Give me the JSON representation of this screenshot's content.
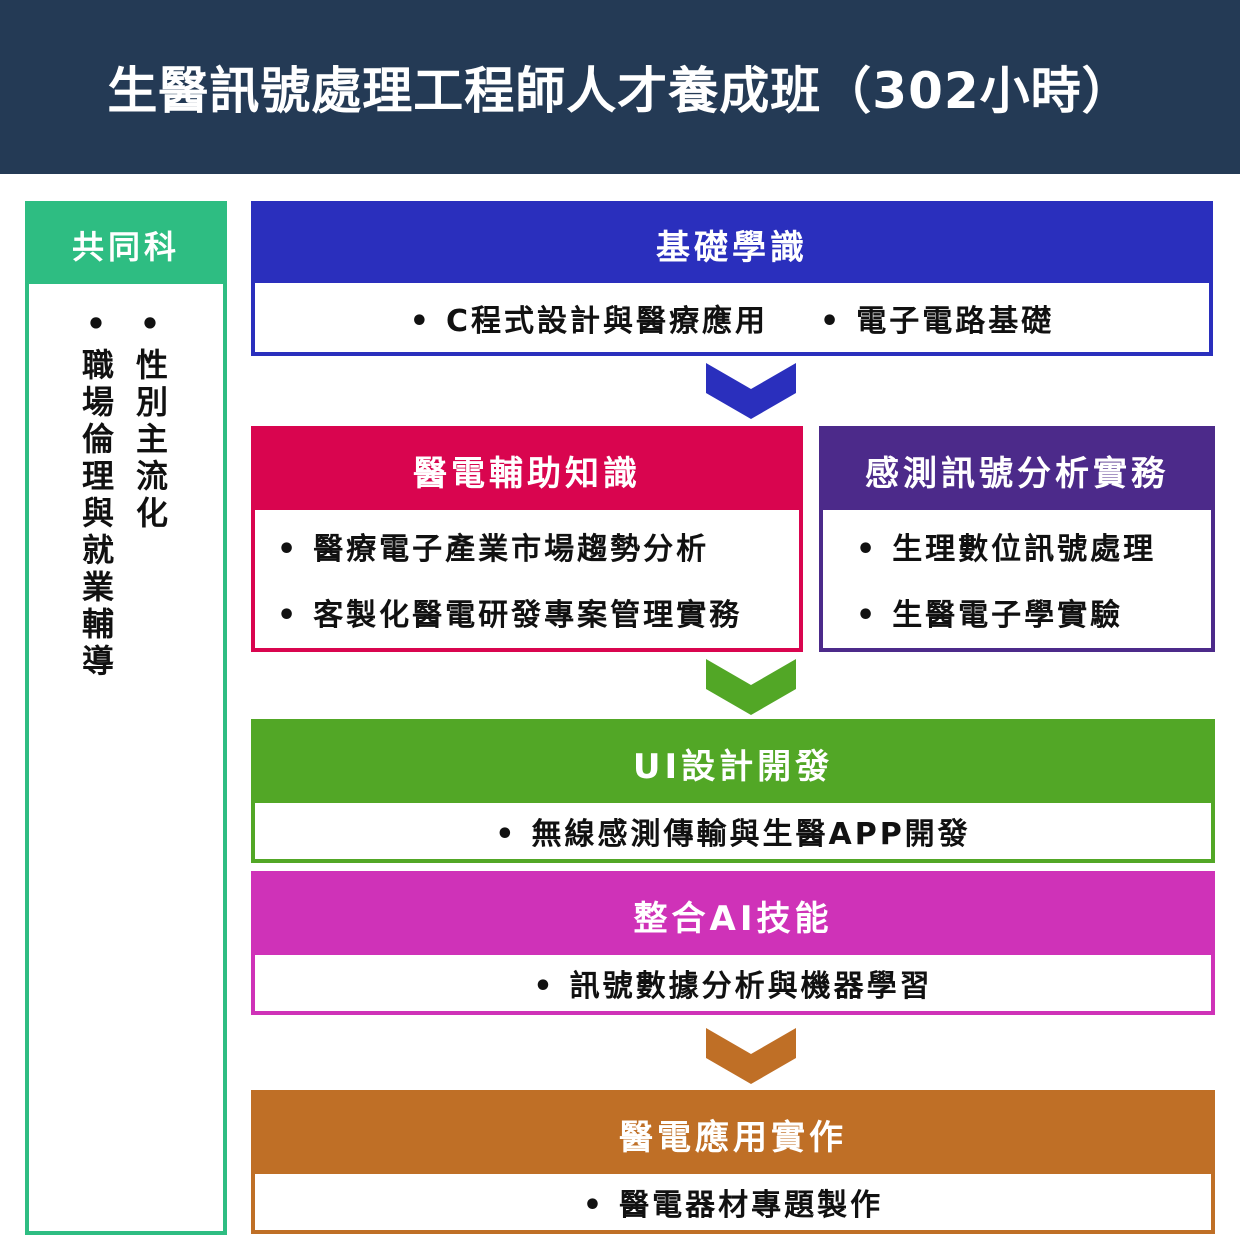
{
  "title": "生醫訊號處理工程師人才養成班（302小時）",
  "common": {
    "header": "共同科",
    "columns": [
      "性別主流化",
      "職場倫理與就業輔導"
    ]
  },
  "blocks": {
    "basic": {
      "header": "基礎學識",
      "color": "#2a2fbd",
      "items": [
        "C程式設計與醫療應用",
        "電子電路基礎"
      ]
    },
    "medical": {
      "header": "醫電輔助知識",
      "color": "#d9054f",
      "items": [
        "醫療電子產業市場趨勢分析",
        "客製化醫電研發專案管理實務"
      ]
    },
    "sensing": {
      "header": "感測訊號分析實務",
      "color": "#4c2a8a",
      "items": [
        "生理數位訊號處理",
        "生醫電子學實驗"
      ]
    },
    "ui": {
      "header": "UI設計開發",
      "color": "#52a726",
      "items": [
        "無線感測傳輸與生醫APP開發"
      ]
    },
    "ai": {
      "header": "整合AI技能",
      "color": "#cf32b8",
      "items": [
        "訊號數據分析與機器學習"
      ]
    },
    "practice": {
      "header": "醫電應用實作",
      "color": "#bf6f26",
      "items": [
        "醫電器材專題製作"
      ]
    }
  },
  "arrow_colors": [
    "#2a2fbd",
    "#52a726",
    "#bf6f26"
  ]
}
